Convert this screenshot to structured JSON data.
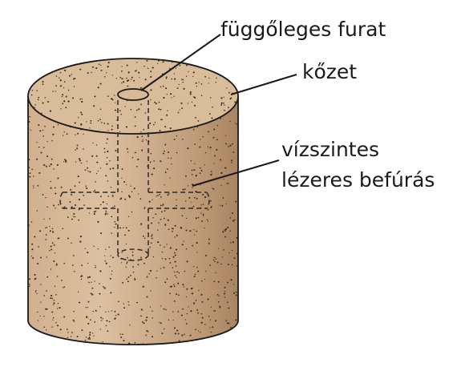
{
  "labels": {
    "vertical_bore": "függőleges furat",
    "rock": "kőzet",
    "horizontal_line1": "vízszintes",
    "horizontal_line2": "lézeres befúrás"
  },
  "colors": {
    "rock_top": "#d8bb98",
    "rock_side_light": "#d7b899",
    "rock_side_dark": "#b18c68",
    "speckle": "#3a2a1a",
    "outline": "#1a1a1a"
  }
}
